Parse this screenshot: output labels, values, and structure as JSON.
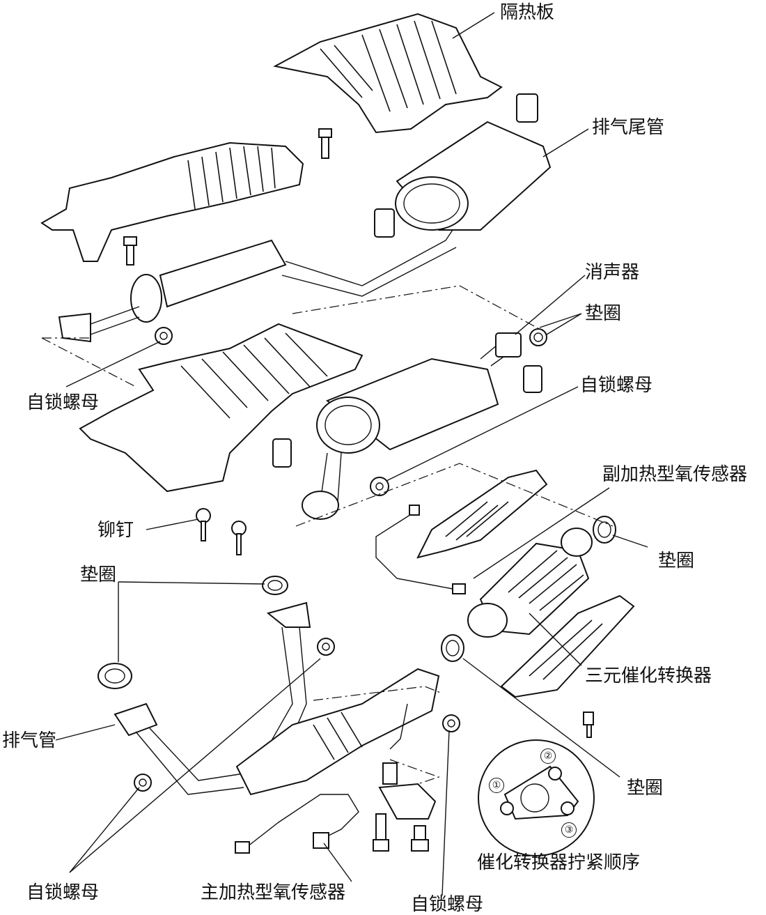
{
  "labels": {
    "heat_shield_top": "隔热板",
    "tail_pipe": "排气尾管",
    "muffler": "消声器",
    "gasket_upper": "垫圈",
    "self_lock_nut_left_upper": "自锁螺母",
    "self_lock_nut_right_upper": "自锁螺母",
    "secondary_o2_sensor": "副加热型氧传感器",
    "rivet": "铆钉",
    "gasket_right_mid": "垫圈",
    "gasket_left_lower": "垫圈",
    "catalytic_converter": "三元催化转换器",
    "exhaust_pipe": "排气管",
    "gasket_right_lower": "垫圈",
    "tightening_order": "催化转换器拧紧顺序",
    "self_lock_nut_bottom_left": "自锁螺母",
    "primary_o2_sensor": "主加热型氧传感器",
    "self_lock_nut_bottom_center": "自锁螺母"
  },
  "tightening_sequence": [
    "①",
    "②",
    "③"
  ]
}
